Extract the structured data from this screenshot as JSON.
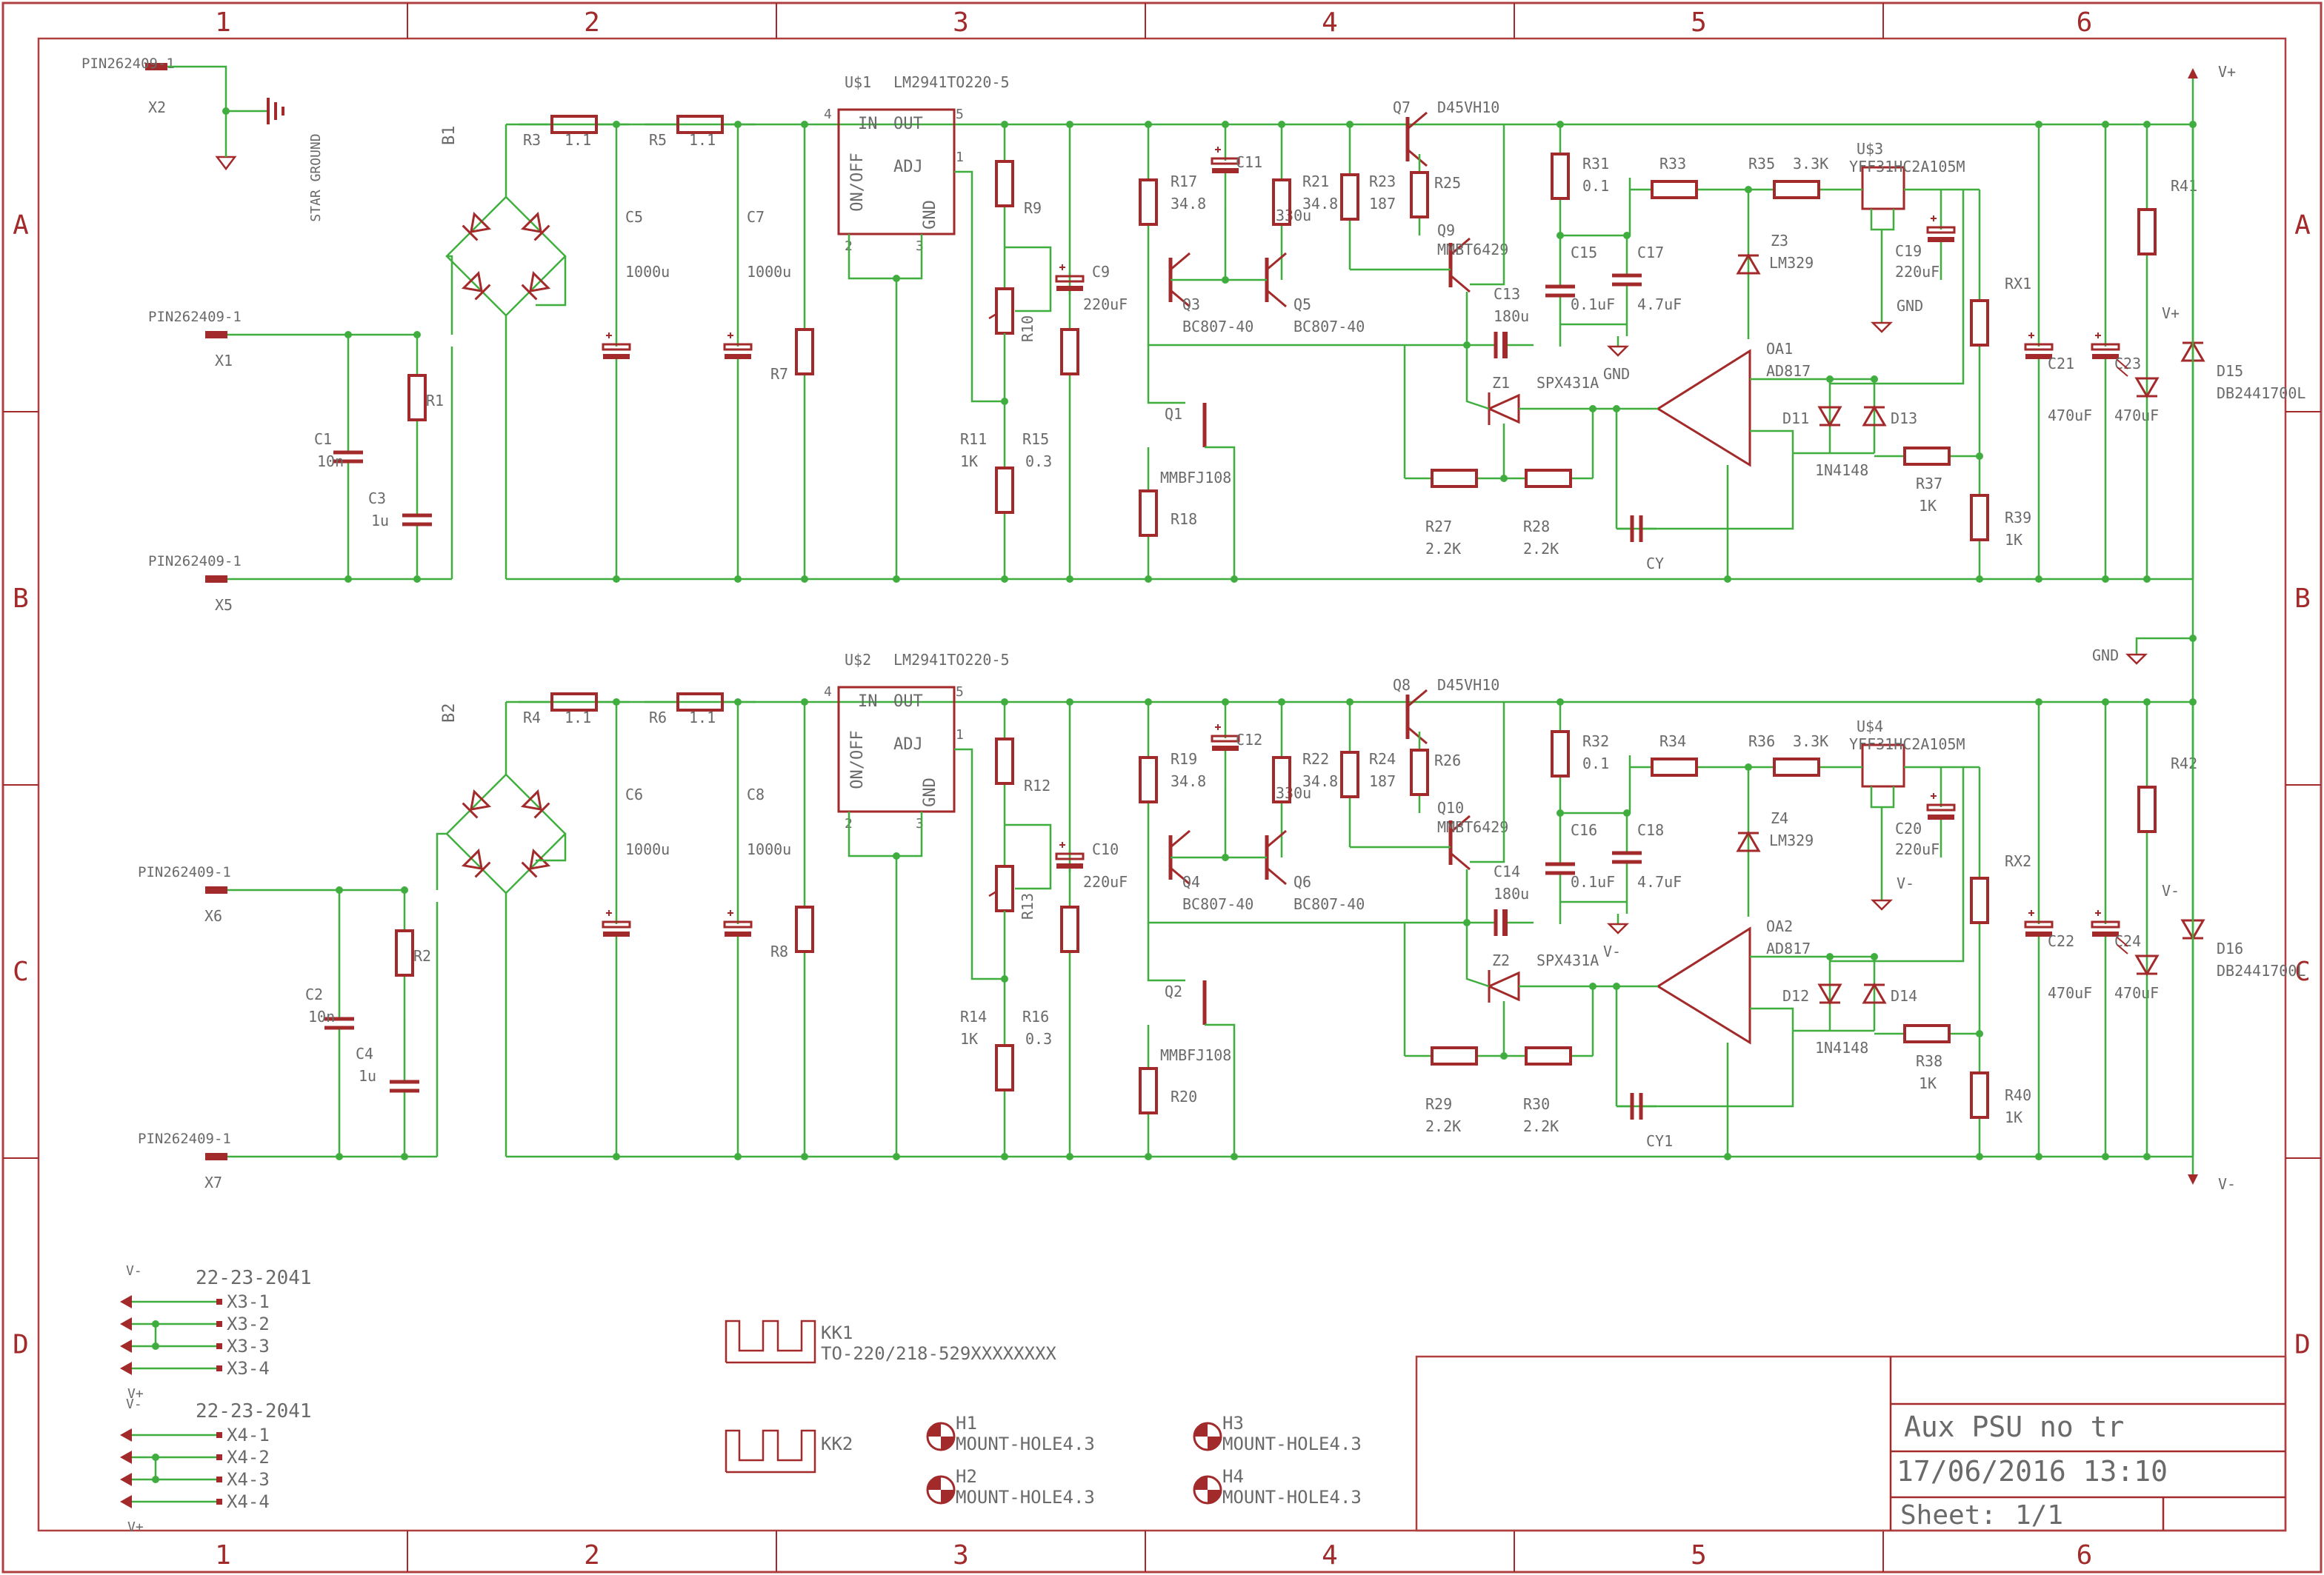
{
  "frame": {
    "columns": [
      "1",
      "2",
      "3",
      "4",
      "5",
      "6"
    ],
    "rows": [
      "A",
      "B",
      "C",
      "D"
    ]
  },
  "title_block": {
    "title": "Aux PSU no tr",
    "date": "17/06/2016 13:10",
    "sheet_label": "Sheet:",
    "sheet_value": "1/1"
  },
  "colors": {
    "line": "#b04040",
    "wire": "#3fae3f",
    "part": "#a22a2a",
    "junction": "#3fae3f",
    "text": "#6a6a6a",
    "heading": "#a22a2a"
  },
  "misc": {
    "star_ground": "STAR GROUND",
    "gnd": "GND",
    "vplus": "V+",
    "vminus": "V-"
  },
  "connectors": {
    "x3": {
      "part": "22-23-2041",
      "pins": [
        "X3-1",
        "X3-2",
        "X3-3",
        "X3-4"
      ],
      "top": "V-",
      "bottom": "V+"
    },
    "x4": {
      "part": "22-23-2041",
      "pins": [
        "X4-1",
        "X4-2",
        "X4-3",
        "X4-4"
      ],
      "top": "V-",
      "bottom": "V+"
    }
  },
  "mech": {
    "kk1": {
      "name": "KK1",
      "value": "TO-220/218-529XXXXXXXX"
    },
    "kk2": {
      "name": "KK2"
    },
    "holes": [
      {
        "name": "H1",
        "value": "MOUNT-HOLE4.3"
      },
      {
        "name": "H2",
        "value": "MOUNT-HOLE4.3"
      },
      {
        "name": "H3",
        "value": "MOUNT-HOLE4.3"
      },
      {
        "name": "H4",
        "value": "MOUNT-HOLE4.3"
      }
    ]
  },
  "channels": [
    {
      "x_top": "X2",
      "x_in": "X1",
      "x_ret": "X5",
      "pin": "PIN262409-1",
      "bridge": "B1",
      "c_in_a": "C1",
      "c_in_a_val": "10n",
      "c_in_b": "C3",
      "c_in_b_val": "1u",
      "r_in": "R1",
      "r_a": "R3",
      "r_a_val": "1.1",
      "r_b": "R5",
      "r_b_val": "1.1",
      "cap1": "C5",
      "cap1_val": "1000u",
      "cap2": "C7",
      "cap2_val": "1000u",
      "r_load": "R7",
      "reg": "U$1",
      "reg_val": "LM2941TO220-5",
      "reg_pins": {
        "in": "IN",
        "out": "OUT",
        "onoff": "ON/OFF",
        "adj": "ADJ",
        "gnd": "GND",
        "p1": "1",
        "p2": "2",
        "p3": "3",
        "p4": "4",
        "p5": "5"
      },
      "r9": "R9",
      "r10": "R10",
      "r11": "R11",
      "r11_val": "1K",
      "r15": "R15",
      "r15_val": "0.3",
      "c9": "C9",
      "c9_val": "220uF",
      "r17": "R17",
      "r17_val": "34.8",
      "c11": "C11",
      "c11_val": "330u",
      "r21": "R21",
      "r21_val": "34.8",
      "r23": "R23",
      "r23_val": "187",
      "q3": "Q3",
      "q3_val": "BC807-40",
      "q5": "Q5",
      "q5_val": "BC807-40",
      "q1": "Q1",
      "q1_val": "MMBFJ108",
      "r18": "R18",
      "q7": "Q7",
      "q7_val": "D45VH10",
      "r25": "R25",
      "q9": "Q9",
      "q9_val": "MMBT6429",
      "c13": "C13",
      "c13_val": "180u",
      "z1": "Z1",
      "z1_val": "SPX431A",
      "r27": "R27",
      "r27_val": "2.2K",
      "r28": "R28",
      "r28_val": "2.2K",
      "r31": "R31",
      "r31_val": "0.1",
      "r33": "R33",
      "r35": "R35",
      "r35_val": "3.3K",
      "u3": "U$3",
      "u3_val": "YFF31HC2A105M",
      "c15": "C15",
      "c15_val": "0.1uF",
      "c17": "C17",
      "c17_val": "4.7uF",
      "zener": "Z3",
      "zener_val": "LM329",
      "c19": "C19",
      "c19_val": "220uF",
      "gnd_lbl": "GND",
      "oa": "OA1",
      "oa_val": "AD817",
      "d11": "D11",
      "d13": "D13",
      "diode_val": "1N4148",
      "r37": "R37",
      "r37_val": "1K",
      "cy": "CY",
      "rx": "RX1",
      "r39": "R39",
      "r39_val": "1K",
      "c21": "C21",
      "c21_val": "470uF",
      "c23": "C23",
      "c23_val": "470uF",
      "r41": "R41",
      "led_lbl": "V+",
      "d15": "D15",
      "d15_val": "DB2441700L",
      "rail": "V+"
    },
    {
      "x_top": "",
      "x_in": "X6",
      "x_ret": "X7",
      "pin": "PIN262409-1",
      "bridge": "B2",
      "c_in_a": "C2",
      "c_in_a_val": "10n",
      "c_in_b": "C4",
      "c_in_b_val": "1u",
      "r_in": "R2",
      "r_a": "R4",
      "r_a_val": "1.1",
      "r_b": "R6",
      "r_b_val": "1.1",
      "cap1": "C6",
      "cap1_val": "1000u",
      "cap2": "C8",
      "cap2_val": "1000u",
      "r_load": "R8",
      "reg": "U$2",
      "reg_val": "LM2941TO220-5",
      "reg_pins": {
        "in": "IN",
        "out": "OUT",
        "onoff": "ON/OFF",
        "adj": "ADJ",
        "gnd": "GND",
        "p1": "1",
        "p2": "2",
        "p3": "3",
        "p4": "4",
        "p5": "5"
      },
      "r9": "R12",
      "r10": "R13",
      "r11": "R14",
      "r11_val": "1K",
      "r15": "R16",
      "r15_val": "0.3",
      "c9": "C10",
      "c9_val": "220uF",
      "r17": "R19",
      "r17_val": "34.8",
      "c11": "C12",
      "c11_val": "330u",
      "r21": "R22",
      "r21_val": "34.8",
      "r23": "R24",
      "r23_val": "187",
      "q3": "Q4",
      "q3_val": "BC807-40",
      "q5": "Q6",
      "q5_val": "BC807-40",
      "q1": "Q2",
      "q1_val": "MMBFJ108",
      "r18": "R20",
      "q7": "Q8",
      "q7_val": "D45VH10",
      "r25": "R26",
      "q9": "Q10",
      "q9_val": "MMBT6429",
      "c13": "C14",
      "c13_val": "180u",
      "z1": "Z2",
      "z1_val": "SPX431A",
      "r27": "R29",
      "r27_val": "2.2K",
      "r28": "R30",
      "r28_val": "2.2K",
      "r31": "R32",
      "r31_val": "0.1",
      "r33": "R34",
      "r35": "R36",
      "r35_val": "3.3K",
      "u3": "U$4",
      "u3_val": "YFF31HC2A105M",
      "c15": "C16",
      "c15_val": "0.1uF",
      "c17": "C18",
      "c17_val": "4.7uF",
      "zener": "Z4",
      "zener_val": "LM329",
      "c19": "C20",
      "c19_val": "220uF",
      "gnd_lbl": "V-",
      "oa": "OA2",
      "oa_val": "AD817",
      "d11": "D12",
      "d13": "D14",
      "diode_val": "1N4148",
      "r37": "R38",
      "r37_val": "1K",
      "cy": "CY1",
      "rx": "RX2",
      "r39": "R40",
      "r39_val": "1K",
      "c21": "C22",
      "c21_val": "470uF",
      "c23": "C24",
      "c23_val": "470uF",
      "r41": "R42",
      "led_lbl": "V-",
      "d15": "D16",
      "d15_val": "DB2441700L",
      "rail": "V-"
    }
  ]
}
